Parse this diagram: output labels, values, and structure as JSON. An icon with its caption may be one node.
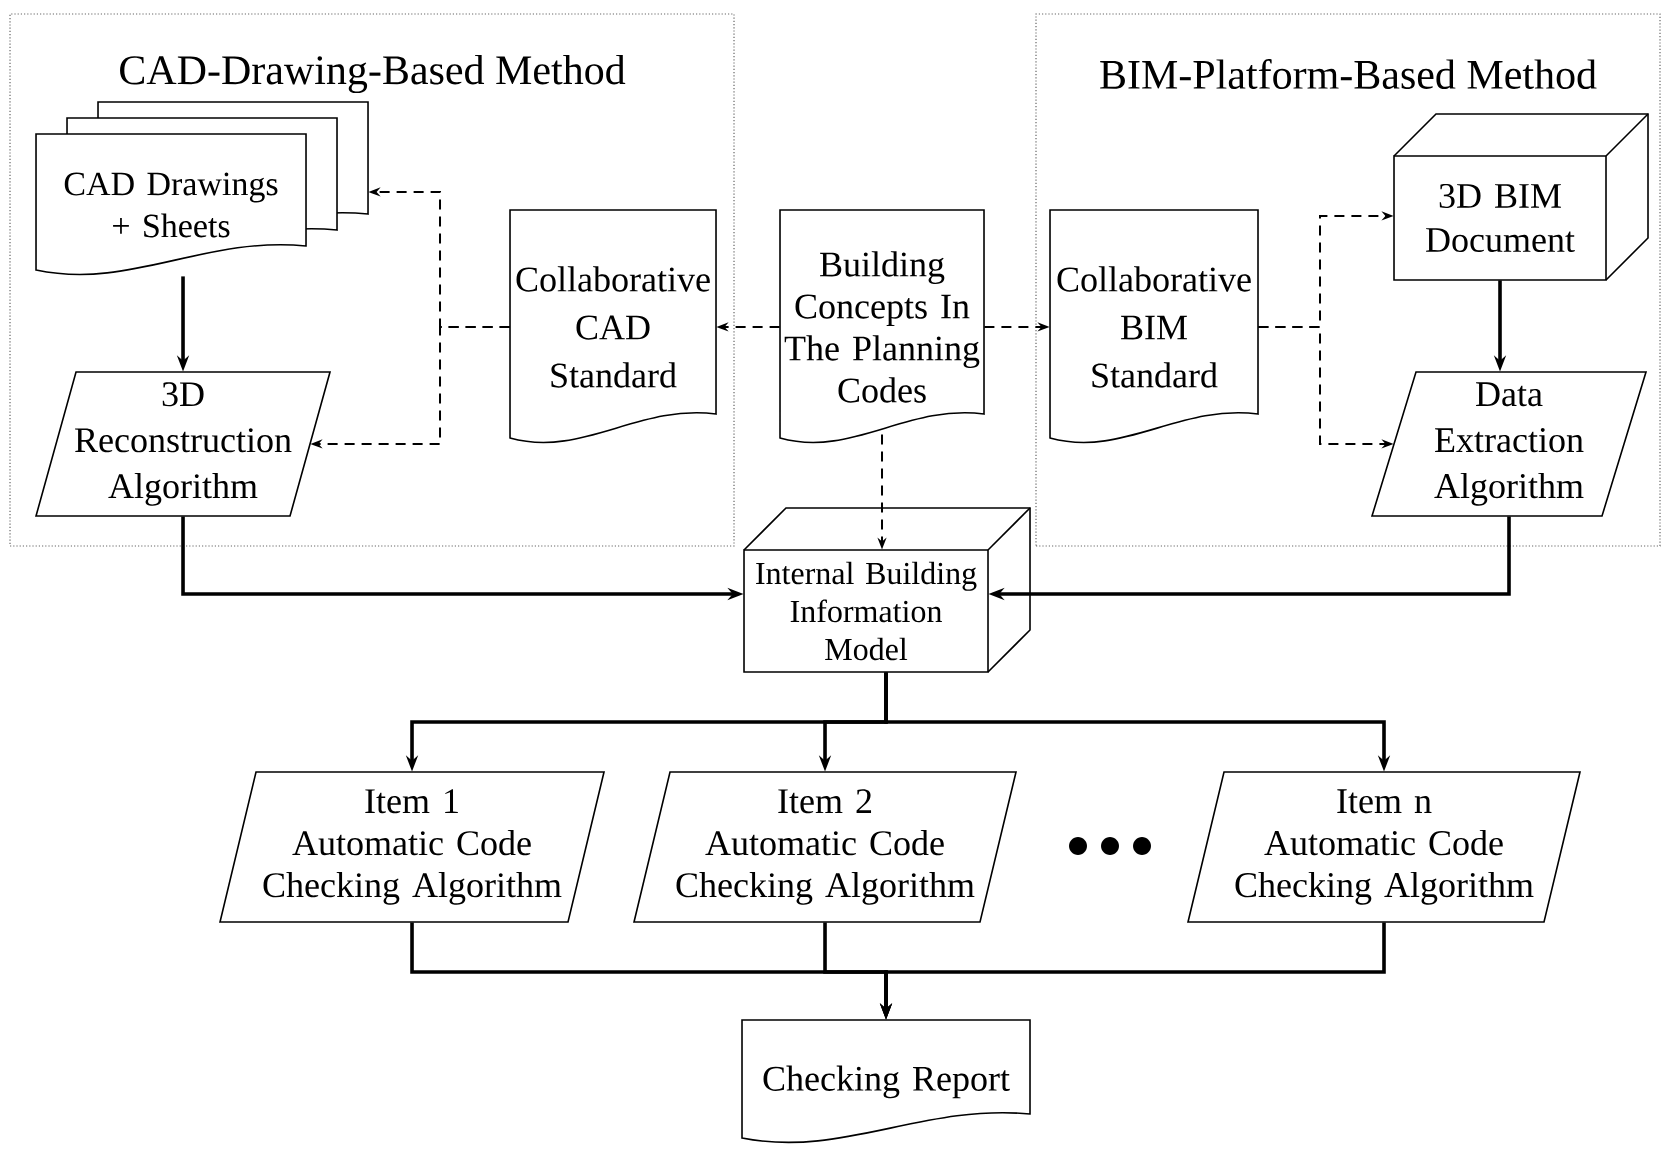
{
  "diagram": {
    "nodes": [
      {
        "text": [
          "CAD-Drawing-Based Method"
        ]
      },
      {
        "text": [
          "CAD Drawings + Sheets"
        ],
        "in": 0
      },
      {
        "text": [
          "3D Reconstruction Algorithm"
        ],
        "in": 0
      },
      {
        "text": [
          "Collaborative CAD Standard"
        ],
        "in": 0
      },
      {
        "text": [
          "Building Concepts In The Planning Codes"
        ]
      },
      {
        "text": [
          "BIM-Platform-Based Method"
        ]
      },
      {
        "text": [
          "Collaborative BIM Standard"
        ],
        "in": 5
      },
      {
        "text": [
          "3D BIM Document"
        ],
        "in": 5
      },
      {
        "text": [
          "Data Extraction Algorithm"
        ],
        "in": 5
      },
      {
        "text": [
          "Internal Building Information Model"
        ]
      },
      {
        "text": [
          "Item 1",
          "Automatic Code Checking Algorithm"
        ]
      },
      {
        "text": [
          "Item 2",
          "Automatic Code Checking Algorithm"
        ]
      },
      {
        "text": [
          "Item n",
          "Automatic Code Checking Algorithm"
        ]
      },
      {
        "text": [
          "Checking Report"
        ]
      }
    ],
    "edges": [
      {
        "from": 1,
        "to": 2,
        "arrow": "to"
      },
      {
        "from": 3,
        "to": 1,
        "arrow": "to",
        "style": "dashed"
      },
      {
        "from": 3,
        "to": 2,
        "arrow": "to",
        "style": "dashed"
      },
      {
        "from": 4,
        "to": 3,
        "arrow": "to",
        "style": "dashed"
      },
      {
        "from": 4,
        "to": 6,
        "arrow": "to",
        "style": "dashed"
      },
      {
        "from": 4,
        "to": 9,
        "arrow": "to",
        "style": "dashed"
      },
      {
        "from": 6,
        "to": 7,
        "arrow": "to",
        "style": "dashed"
      },
      {
        "from": 6,
        "to": 8,
        "arrow": "to",
        "style": "dashed"
      },
      {
        "from": 7,
        "to": 8,
        "arrow": "to"
      },
      {
        "from": 2,
        "to": 9,
        "arrow": "to"
      },
      {
        "from": 8,
        "to": 9,
        "arrow": "to"
      },
      {
        "from": 9,
        "to": 10,
        "arrow": "to"
      },
      {
        "from": 9,
        "to": 11,
        "arrow": "to"
      },
      {
        "from": 9,
        "to": 12,
        "arrow": "to"
      },
      {
        "from": 10,
        "to": 13,
        "arrow": "to"
      },
      {
        "from": 11,
        "to": 13,
        "arrow": "to"
      },
      {
        "from": 12,
        "to": 13,
        "arrow": "to"
      }
    ]
  }
}
